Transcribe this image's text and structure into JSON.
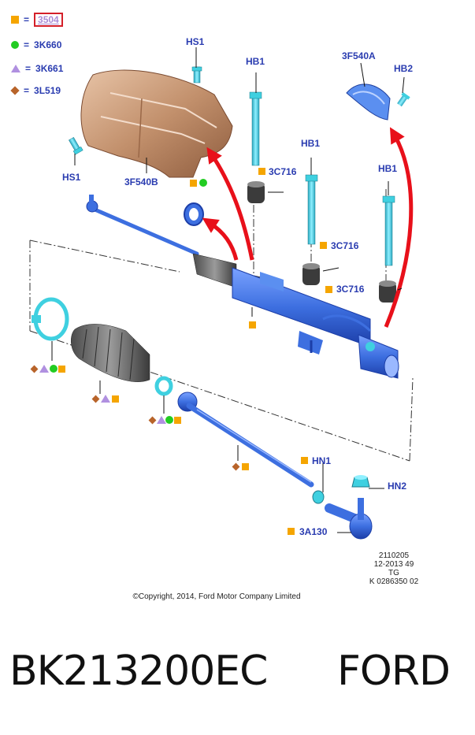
{
  "legend": [
    {
      "symbol": "square",
      "color": "#f5a500",
      "code": "3504",
      "highlighted": true
    },
    {
      "symbol": "circle",
      "color": "#22cc22",
      "code": "3K660"
    },
    {
      "symbol": "triangle",
      "color": "#b090e0",
      "code": "3K661"
    },
    {
      "symbol": "diamond",
      "color": "#b8642a",
      "code": "3L519"
    }
  ],
  "legend_eq": "=",
  "labels": {
    "hs1_top": "HS1",
    "hs1_left": "HS1",
    "hb1_a": "HB1",
    "hb1_b": "HB1",
    "hb1_c": "HB1",
    "hb2": "HB2",
    "p3f540a": "3F540A",
    "p3f540b": "3F540B",
    "c3c716_a": "3C716",
    "c3c716_b": "3C716",
    "c3c716_c": "3C716",
    "hn1": "HN1",
    "hn2": "HN2",
    "a3a130": "3A130"
  },
  "meta": {
    "line1": "2110205",
    "line2": "12-2013 49",
    "line3": "TG",
    "line4": "K 0286350 02"
  },
  "copyright": "©Copyright, 2014, Ford Motor Company Limited",
  "part_number": "BK213200EC",
  "brand": "FORD",
  "colors": {
    "label_blue": "#2a3cb0",
    "part_blue": "#3d6fe0",
    "cyan": "#3fd0e0",
    "arrow_red": "#e8101a",
    "shield_copper": "#c89a7a"
  }
}
